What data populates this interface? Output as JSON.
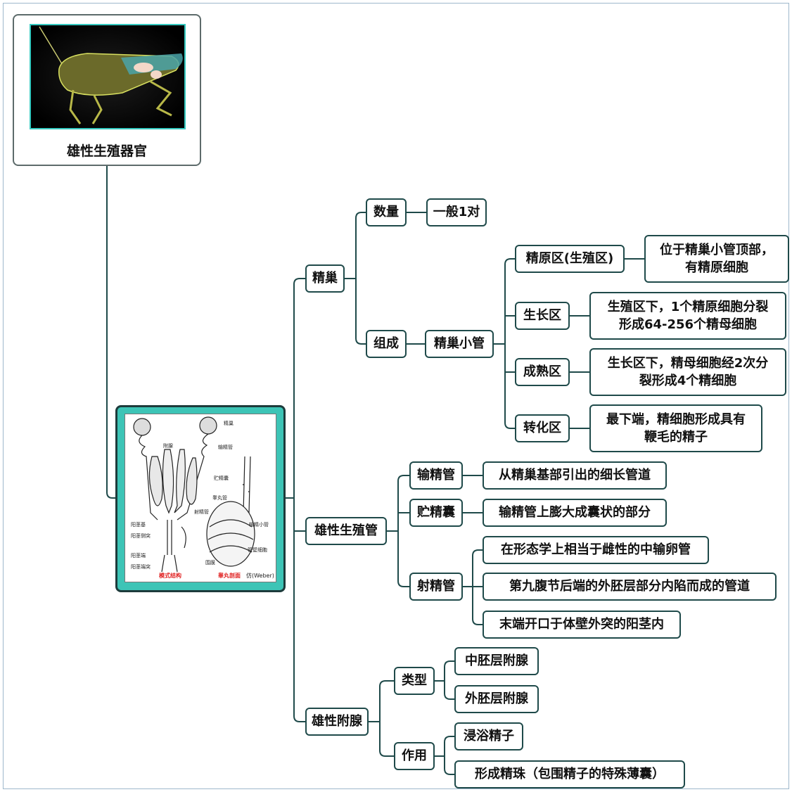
{
  "root": {
    "title": "雄性生殖器官"
  },
  "figure": {
    "labels": {
      "testis": "精巢",
      "accessory_gland": "附腺",
      "vas_deferens": "输精管",
      "seminal_vesicle": "贮精囊",
      "ejaculatory_duct": "射精管",
      "testis_tube": "睾丸管",
      "vas_small": "输精小管",
      "tube_wall_cell": "管壁细胞",
      "aedeagus_base": "阳茎基",
      "aedeagus_side": "阳茎侧突",
      "aedeagus_end": "阳茎端",
      "aedeagus_end_process": "阳茎端突",
      "membrane": "围膜",
      "caption_model": "模式结构",
      "caption_section": "睾丸剖面",
      "caption_source": "仿(Weber)"
    }
  },
  "nodes": {
    "testis": "精巢",
    "count": "数量",
    "count_value": "一般1对",
    "composition": "组成",
    "tubule": "精巢小管",
    "zone1": "精原区(生殖区)",
    "zone1_desc": [
      "位于精巢小管顶部，",
      "有精原细胞"
    ],
    "zone2": "生长区",
    "zone2_desc": [
      "生殖区下，1个精原细胞分裂",
      "形成64-256个精母细胞"
    ],
    "zone3": "成熟区",
    "zone3_desc": [
      "生长区下，精母细胞经2次分",
      "裂形成4个精细胞"
    ],
    "zone4": "转化区",
    "zone4_desc": [
      "最下端，精细胞形成具有",
      "鞭毛的精子"
    ],
    "duct": "雄性生殖管",
    "vas": "输精管",
    "vas_desc": "从精巢基部引出的细长管道",
    "vesicle": "贮精囊",
    "vesicle_desc": "输精管上膨大成囊状的部分",
    "ejac": "射精管",
    "ejac_desc1": "在形态学上相当于雌性的中输卵管",
    "ejac_desc2": "第九腹节后端的外胚层部分内陷而成的管道",
    "ejac_desc3": "末端开口于体壁外突的阳茎内",
    "gland": "雄性附腺",
    "type": "类型",
    "type1": "中胚层附腺",
    "type2": "外胚层附腺",
    "func": "作用",
    "func1": "浸浴精子",
    "func2": "形成精珠（包围精子的特殊薄囊）"
  },
  "colors": {
    "line": "#1f4a4a",
    "accent": "#3dc4b6",
    "caption": "#e02020"
  }
}
